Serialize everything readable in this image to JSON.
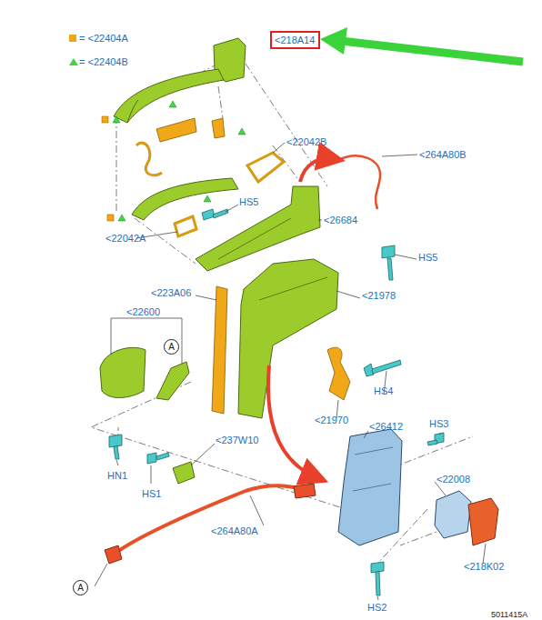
{
  "diagram": {
    "nodes": [
      {
        "text": [
          "<218A14"
        ]
      }
    ],
    "edges": [],
    "labels": [
      "<22042B",
      "<264A80B",
      "HS5",
      "<26684",
      "<22042A",
      "HS5",
      "<223A06",
      "<21978",
      "<22600",
      "A",
      "<237W10",
      "HN1",
      "HS1",
      "HS4",
      "<21970",
      "<26412",
      "HS3",
      "<22008",
      "<218K02",
      "<264A80A",
      "A",
      "HS2",
      "5011415A"
    ],
    "legend": [
      {
        "text": "= <22404A",
        "color": "#f0a818"
      },
      {
        "text": "= <22404B"
      }
    ]
  }
}
